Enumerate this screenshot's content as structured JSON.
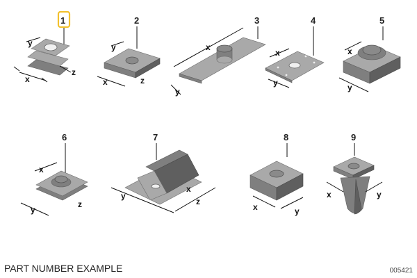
{
  "callouts": [
    "1",
    "2",
    "3",
    "4",
    "5",
    "6",
    "7",
    "8",
    "9"
  ],
  "highlight_color": "#f2c12e",
  "dimension_labels": {
    "x": "x",
    "y": "y",
    "z": "z"
  },
  "footer": {
    "caption": "PART NUMBER EXAMPLE",
    "reference": "005421"
  }
}
